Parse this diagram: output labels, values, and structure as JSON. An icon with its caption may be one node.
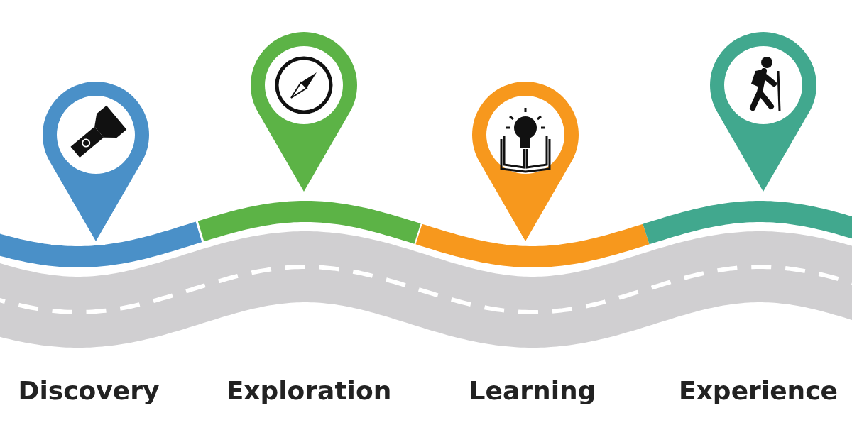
{
  "diagram": {
    "labels": [
      "Discovery",
      "Exploration",
      "Learning",
      "Experience"
    ]
  }
}
